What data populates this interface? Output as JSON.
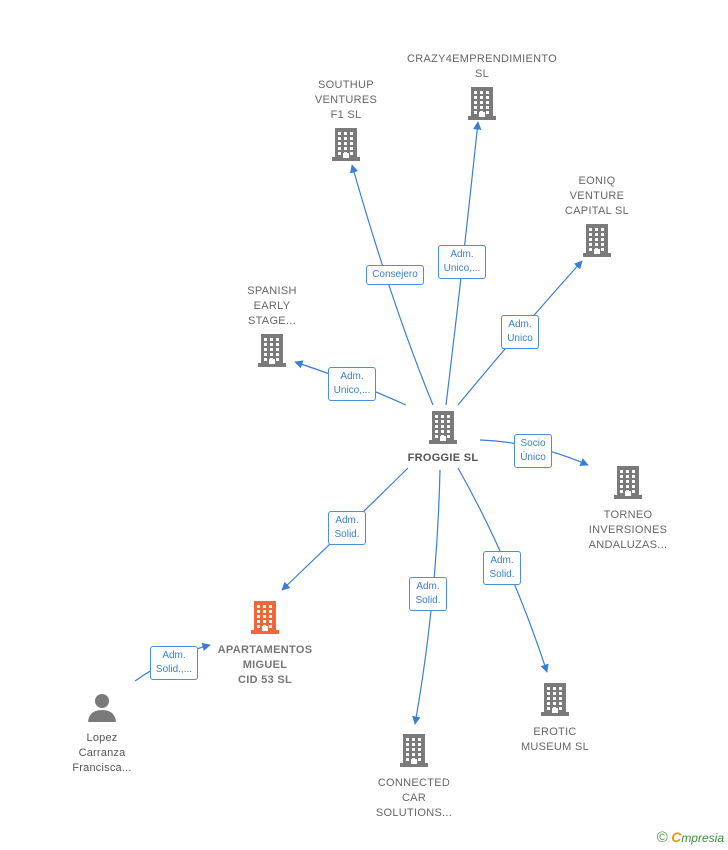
{
  "colors": {
    "edge": "#3a7fd5",
    "node": "#7a7a7a",
    "highlight": "#f2673a",
    "person": "#7a7a7a"
  },
  "nodes": [
    {
      "id": "froggie",
      "label": "FROGGIE SL",
      "icon": "building-icon",
      "kind": "main"
    },
    {
      "id": "southup",
      "label": "SOUTHUP\nVENTURES\nF1  SL",
      "icon": "building-icon",
      "kind": "company"
    },
    {
      "id": "crazy4",
      "label": "CRAZY4EMPRENDIMIENTO\nSL",
      "icon": "building-icon",
      "kind": "company"
    },
    {
      "id": "eoniq",
      "label": "EONIQ\nVENTURE\nCAPITAL  SL",
      "icon": "building-icon",
      "kind": "company"
    },
    {
      "id": "spanish",
      "label": "SPANISH\nEARLY\nSTAGE...",
      "icon": "building-icon",
      "kind": "company"
    },
    {
      "id": "torneo",
      "label": "TORNEO\nINVERSIONES\nANDALUZAS...",
      "icon": "building-icon",
      "kind": "company"
    },
    {
      "id": "apartamentos",
      "label": "APARTAMENTOS\nMIGUEL\nCID 53  SL",
      "icon": "building-icon",
      "kind": "highlight"
    },
    {
      "id": "lopez",
      "label": "Lopez\nCarranza\nFrancisca...",
      "icon": "person-icon",
      "kind": "person"
    },
    {
      "id": "connected",
      "label": "CONNECTED\nCAR\nSOLUTIONS...",
      "icon": "building-icon",
      "kind": "company"
    },
    {
      "id": "erotic",
      "label": "EROTIC\nMUSEUM SL",
      "icon": "building-icon",
      "kind": "company"
    }
  ],
  "edges": [
    {
      "from": "froggie",
      "to": "southup",
      "label": "Consejero"
    },
    {
      "from": "froggie",
      "to": "crazy4",
      "label": "Adm.\nUnico,..."
    },
    {
      "from": "froggie",
      "to": "eoniq",
      "label": "Adm.\nUnico"
    },
    {
      "from": "froggie",
      "to": "spanish",
      "label": "Adm.\nUnico,..."
    },
    {
      "from": "froggie",
      "to": "torneo",
      "label": "Socio\nÚnico"
    },
    {
      "from": "froggie",
      "to": "apartamentos",
      "label": "Adm.\nSolid."
    },
    {
      "from": "froggie",
      "to": "connected",
      "label": "Adm.\nSolid."
    },
    {
      "from": "froggie",
      "to": "erotic",
      "label": "Adm.\nSolid."
    },
    {
      "from": "lopez",
      "to": "apartamentos",
      "label": "Adm.\nSolid.,..."
    }
  ],
  "footer": {
    "copyright": "©",
    "brand_initial": "C",
    "brand_rest": "mpresia"
  }
}
